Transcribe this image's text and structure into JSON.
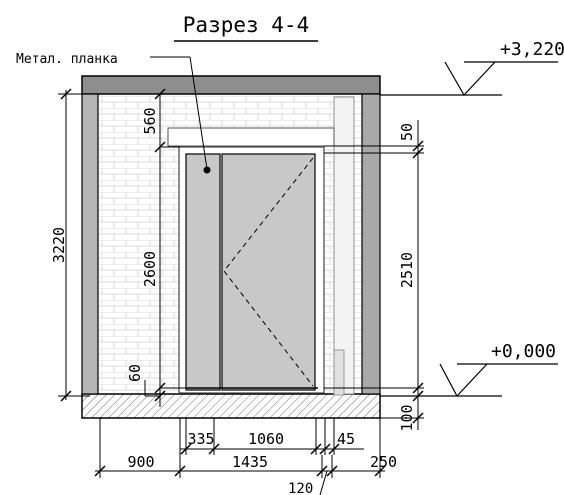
{
  "title": "Разрез 4-4",
  "callout": "Метал. планка",
  "levels": {
    "top": "+3,220",
    "floor": "+0,000"
  },
  "dims": {
    "total_height": "3220",
    "door_height": "2600",
    "above_door": "560",
    "threshold": "60",
    "frame_right_height": "2510",
    "lintel": "50",
    "below_floor": "100",
    "b335": "335",
    "b1060": "1060",
    "b45": "45",
    "b900": "900",
    "b1435": "1435",
    "b250": "250",
    "b120": "120"
  }
}
